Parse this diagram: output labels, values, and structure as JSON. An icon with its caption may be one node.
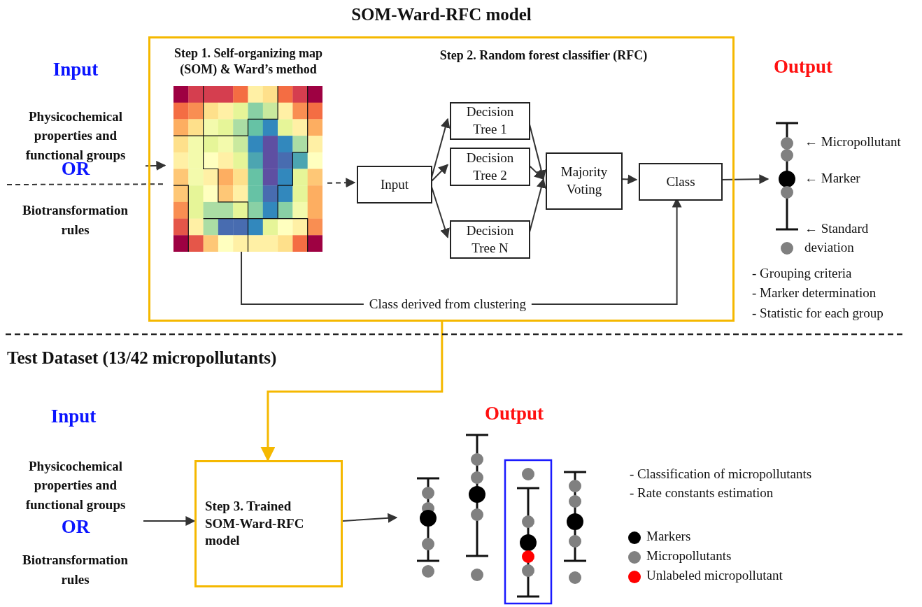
{
  "diagram": {
    "nodes": [
      {
        "text": [
          "SOM-Ward-RFC model"
        ]
      },
      {
        "text": [
          "Step 1. Self-organizing map (SOM) & Ward’s method"
        ],
        "in": 0
      },
      {
        "text": [
          "Input"
        ],
        "in": 0
      },
      {
        "text": [
          "Decision Tree 1"
        ],
        "in": 0
      },
      {
        "text": [
          "Decision Tree 2"
        ],
        "in": 0
      },
      {
        "text": [
          "Decision Tree N"
        ],
        "in": 0
      },
      {
        "text": [
          "Majority Voting"
        ],
        "in": 0
      },
      {
        "text": [
          "Class"
        ],
        "in": 0
      },
      {
        "text": [],
        "shape": "picture",
        "beside": [
          "← Micropollutant",
          "← Marker",
          "← Standard deviation"
        ]
      },
      {
        "text": [
          "Physicochemical properties and functional groups"
        ]
      },
      {
        "text": [
          "Biotransformation rules"
        ]
      },
      {
        "text": [
          "Physicochemical properties and functional groups"
        ]
      },
      {
        "text": [
          "Biotransformation rules"
        ]
      },
      {
        "text": [
          "Step 3. Trained SOM-Ward-RFC model"
        ]
      },
      {
        "text": [],
        "shape": "picture"
      }
    ],
    "edges": [
      {
        "from": 9,
        "to": 1,
        "arrow": "to"
      },
      {
        "from": null,
        "to": 1,
        "arrow": "none",
        "style": "dashed"
      },
      {
        "from": 1,
        "to": 2,
        "arrow": "to",
        "style": "dashed"
      },
      {
        "from": 2,
        "to": 3,
        "arrow": "to"
      },
      {
        "from": 2,
        "to": 4,
        "arrow": "to"
      },
      {
        "from": 2,
        "to": 5,
        "arrow": "to"
      },
      {
        "from": 3,
        "to": 6,
        "arrow": "to"
      },
      {
        "from": 4,
        "to": 6,
        "arrow": "to"
      },
      {
        "from": 5,
        "to": 6,
        "arrow": "to"
      },
      {
        "from": 6,
        "to": 7,
        "arrow": "to"
      },
      {
        "from": 7,
        "to": 8,
        "arrow": "to"
      },
      {
        "from": 1,
        "to": 7,
        "arrow": "to",
        "label": "Class derived from clustering"
      },
      {
        "from": 0,
        "to": 13,
        "arrow": "to",
        "color": "#f5b800"
      },
      {
        "from": null,
        "to": 13,
        "arrow": "to"
      },
      {
        "from": 13,
        "to": 14,
        "arrow": "to"
      }
    ],
    "labels": [
      "Step 2. Random forest classifier (RFC)",
      "Input",
      "OR",
      "Output",
      "- Grouping criteria",
      "- Marker determination",
      "- Statistic for each group",
      "Test Dataset (13/42 micropollutants)",
      "Input",
      "OR",
      "Output",
      "- Classification of micropollutants",
      "- Rate constants estimation"
    ],
    "legend": [
      {
        "text": "Markers",
        "color": "#000000"
      },
      {
        "text": "Micropollutants",
        "color": "#808080"
      },
      {
        "text": "Unlabeled micropollutant",
        "color": "#ff0000"
      }
    ]
  }
}
